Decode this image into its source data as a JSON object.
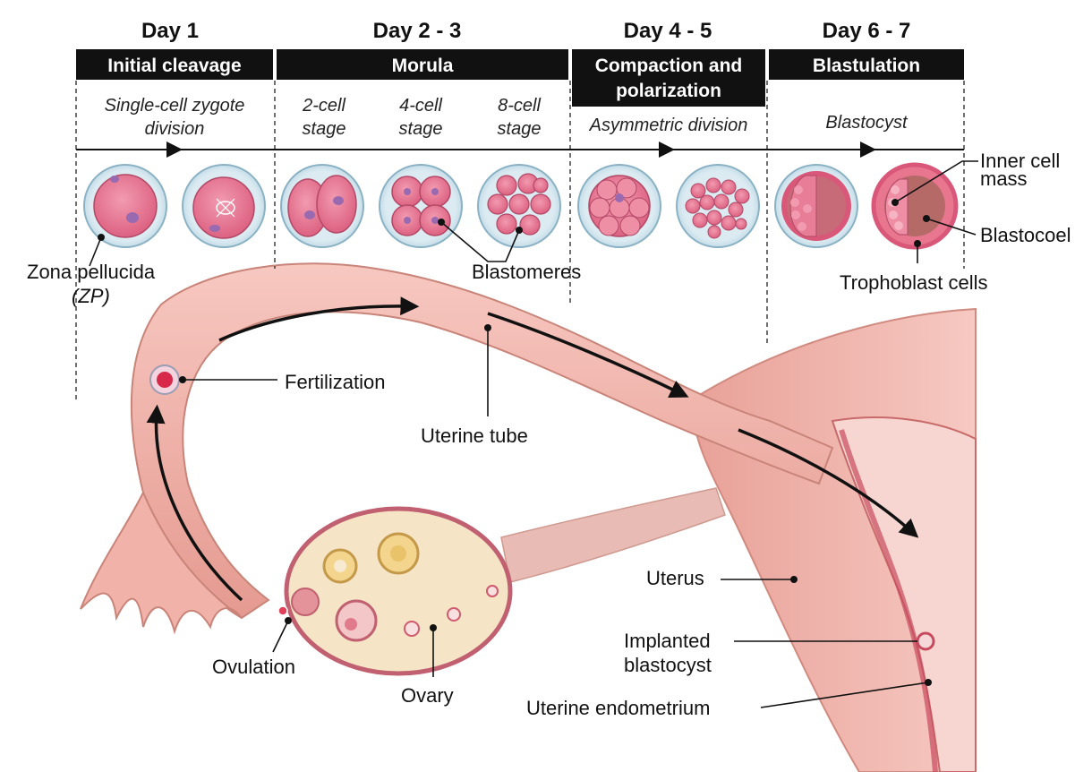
{
  "days": [
    {
      "label": "Day 1",
      "header": "Initial cleavage"
    },
    {
      "label": "Day 2 - 3",
      "header": "Morula"
    },
    {
      "label": "Day 4 - 5",
      "header": [
        "Compaction and",
        "polarization"
      ]
    },
    {
      "label": "Day 6 - 7",
      "header": "Blastulation"
    }
  ],
  "substages": {
    "single_cell": [
      "Single-cell zygote",
      "division"
    ],
    "two_cell": [
      "2-cell",
      "stage"
    ],
    "four_cell": [
      "4-cell",
      "stage"
    ],
    "eight_cell": [
      "8-cell",
      "stage"
    ],
    "asymmetric": "Asymmetric division",
    "blastocyst": "Blastocyst"
  },
  "labels": {
    "zona_pellucida": "Zona pellucida",
    "zp": "(ZP)",
    "blastomeres": "Blastomeres",
    "inner_cell_mass": [
      "Inner cell",
      "mass"
    ],
    "blastocoel": "Blastocoel",
    "trophoblast": "Trophoblast cells",
    "fertilization": "Fertilization",
    "uterine_tube": "Uterine tube",
    "uterus": "Uterus",
    "implanted": [
      "Implanted",
      "blastocyst"
    ],
    "endometrium": "Uterine endometrium",
    "ovulation": "Ovulation",
    "ovary": "Ovary"
  },
  "colors": {
    "tissue": "#f2b3ad",
    "tissue_dark": "#d9827a",
    "cell": "#e8768f",
    "zona": "#bcd9e6",
    "ovary": "#f5e4c6",
    "header_bg": "#111111"
  }
}
